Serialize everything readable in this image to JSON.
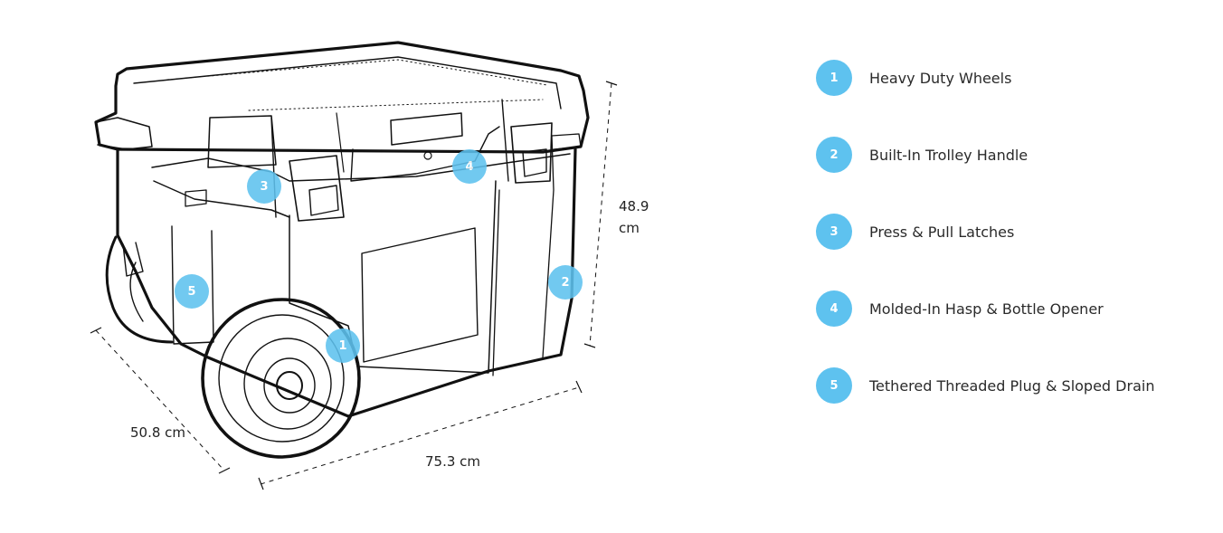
{
  "colors": {
    "accent": "#5ec2ef",
    "line": "#111111"
  },
  "dimensions": {
    "width": "75.3 cm",
    "depth": "50.8 cm",
    "height_value": "48.9",
    "height_unit": "cm"
  },
  "markers": [
    {
      "number": "1"
    },
    {
      "number": "2"
    },
    {
      "number": "3"
    },
    {
      "number": "4"
    },
    {
      "number": "5"
    }
  ],
  "legend": [
    {
      "number": "1",
      "label": "Heavy Duty Wheels"
    },
    {
      "number": "2",
      "label": "Built-In Trolley Handle"
    },
    {
      "number": "3",
      "label": "Press & Pull Latches"
    },
    {
      "number": "4",
      "label": "Molded-In Hasp & Bottle Opener"
    },
    {
      "number": "5",
      "label": "Tethered Threaded Plug & Sloped Drain"
    }
  ]
}
